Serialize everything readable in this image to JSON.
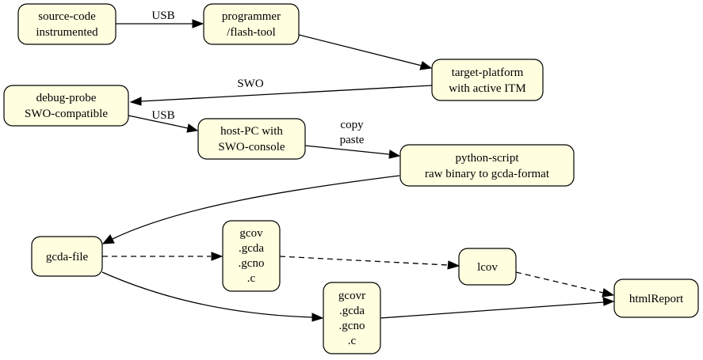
{
  "diagram": {
    "nodes": {
      "source_code": [
        "source-code",
        "instrumented"
      ],
      "programmer": [
        "programmer",
        "/flash-tool"
      ],
      "target_platform": [
        "target-platform",
        "with active ITM"
      ],
      "debug_probe": [
        "debug-probe",
        "SWO-compatible"
      ],
      "host_pc": [
        "host-PC with",
        "SWO-console"
      ],
      "python_script": [
        "python-script",
        "raw binary to gcda-format"
      ],
      "gcda_file": [
        "gcda-file"
      ],
      "gcov": [
        "gcov",
        ".gcda",
        ".gcno",
        ".c"
      ],
      "gcovr": [
        "gcovr",
        ".gcda",
        ".gcno",
        ".c"
      ],
      "lcov": [
        "lcov"
      ],
      "html_report": [
        "htmlReport"
      ]
    },
    "edges": {
      "source_to_programmer": [
        "USB"
      ],
      "programmer_to_target": [],
      "target_to_probe": [
        "SWO"
      ],
      "probe_to_host": [
        "USB"
      ],
      "host_to_python": [
        "copy",
        "paste"
      ],
      "python_to_gcda": [],
      "gcda_to_gcov": [],
      "gcov_to_lcov": [],
      "lcov_to_report": [],
      "gcda_to_gcovr": [],
      "gcovr_to_report": []
    }
  }
}
